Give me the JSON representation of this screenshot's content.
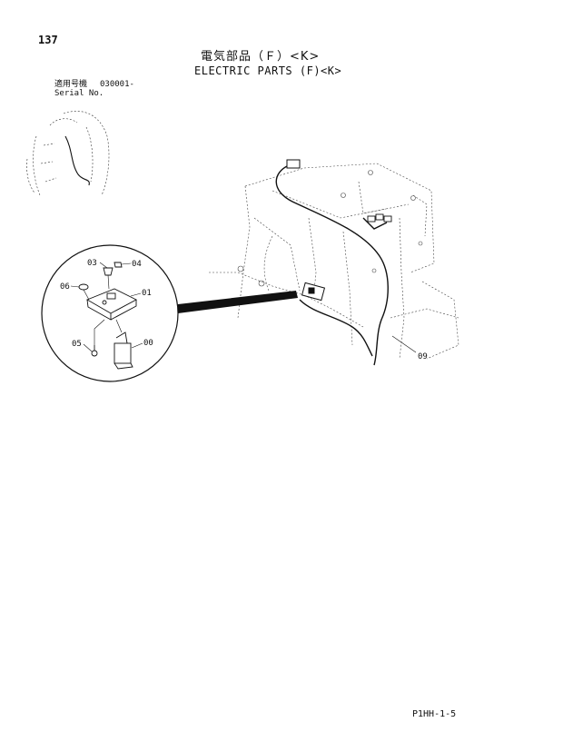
{
  "page": {
    "number": "137",
    "title_jp": "電気部品（Ｆ）<K>",
    "title_en": "ELECTRIC PARTS (F)<K>",
    "applicable_label": "適用号機",
    "applicable_value": "030001-",
    "serial_label": "Serial No.",
    "footer_code": "P1HH-1-5"
  },
  "callouts": [
    "00",
    "01",
    "03",
    "04",
    "05",
    "06",
    "09"
  ]
}
